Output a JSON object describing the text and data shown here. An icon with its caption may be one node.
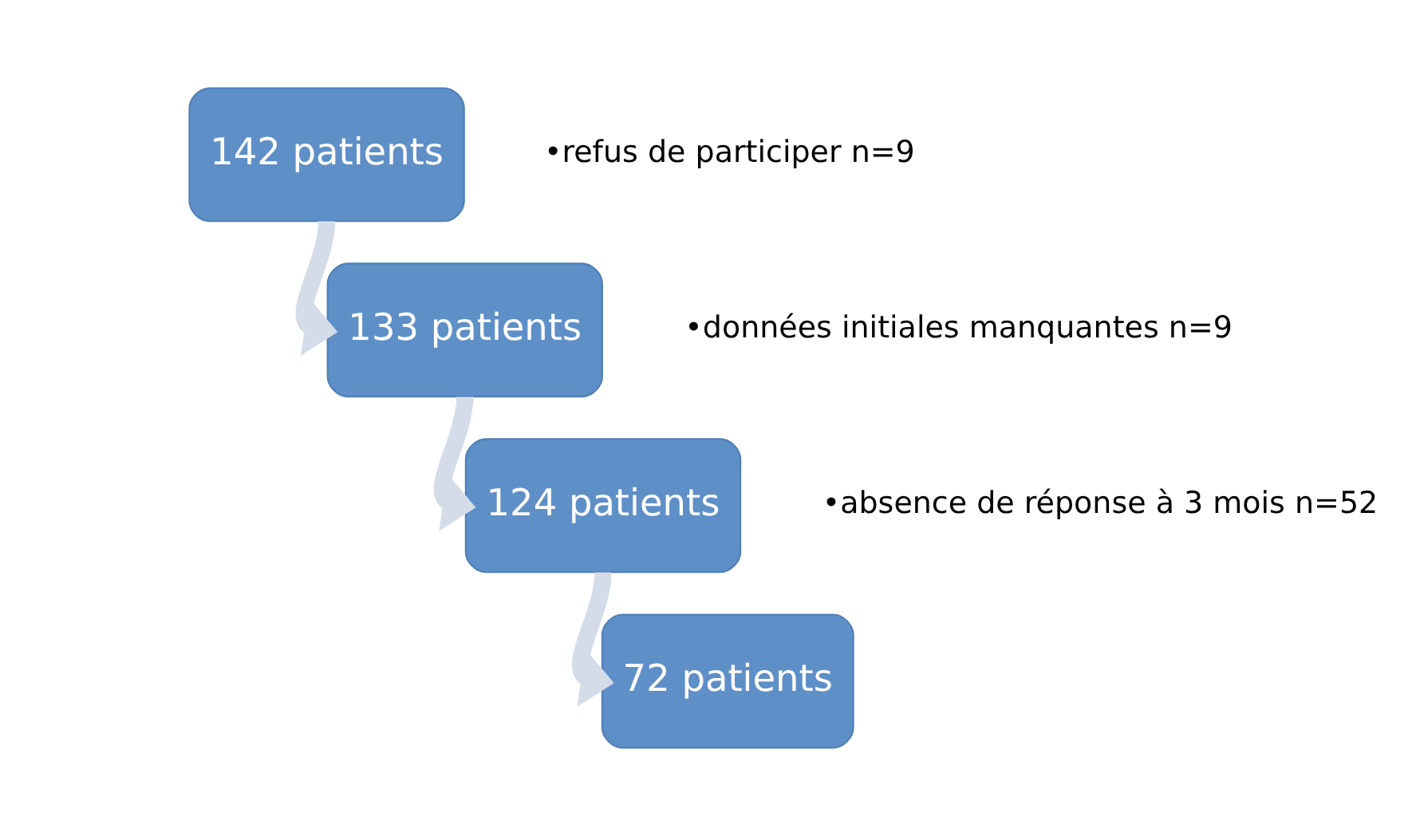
{
  "diagram": {
    "nodes": [
      {
        "text": [
          "142 patients"
        ],
        "beside": [
          "•refus de participer n=9"
        ]
      },
      {
        "text": [
          "133 patients"
        ],
        "beside": [
          "•données initiales manquantes n=9"
        ]
      },
      {
        "text": [
          "124 patients"
        ],
        "beside": [
          "•absence de réponse à 3 mois n=52"
        ]
      },
      {
        "text": [
          "72 patients"
        ]
      }
    ],
    "edges": [
      {
        "from": 0,
        "to": 1,
        "arrow": "to"
      },
      {
        "from": 1,
        "to": 2,
        "arrow": "to"
      },
      {
        "from": 2,
        "to": 3,
        "arrow": "to"
      }
    ]
  }
}
